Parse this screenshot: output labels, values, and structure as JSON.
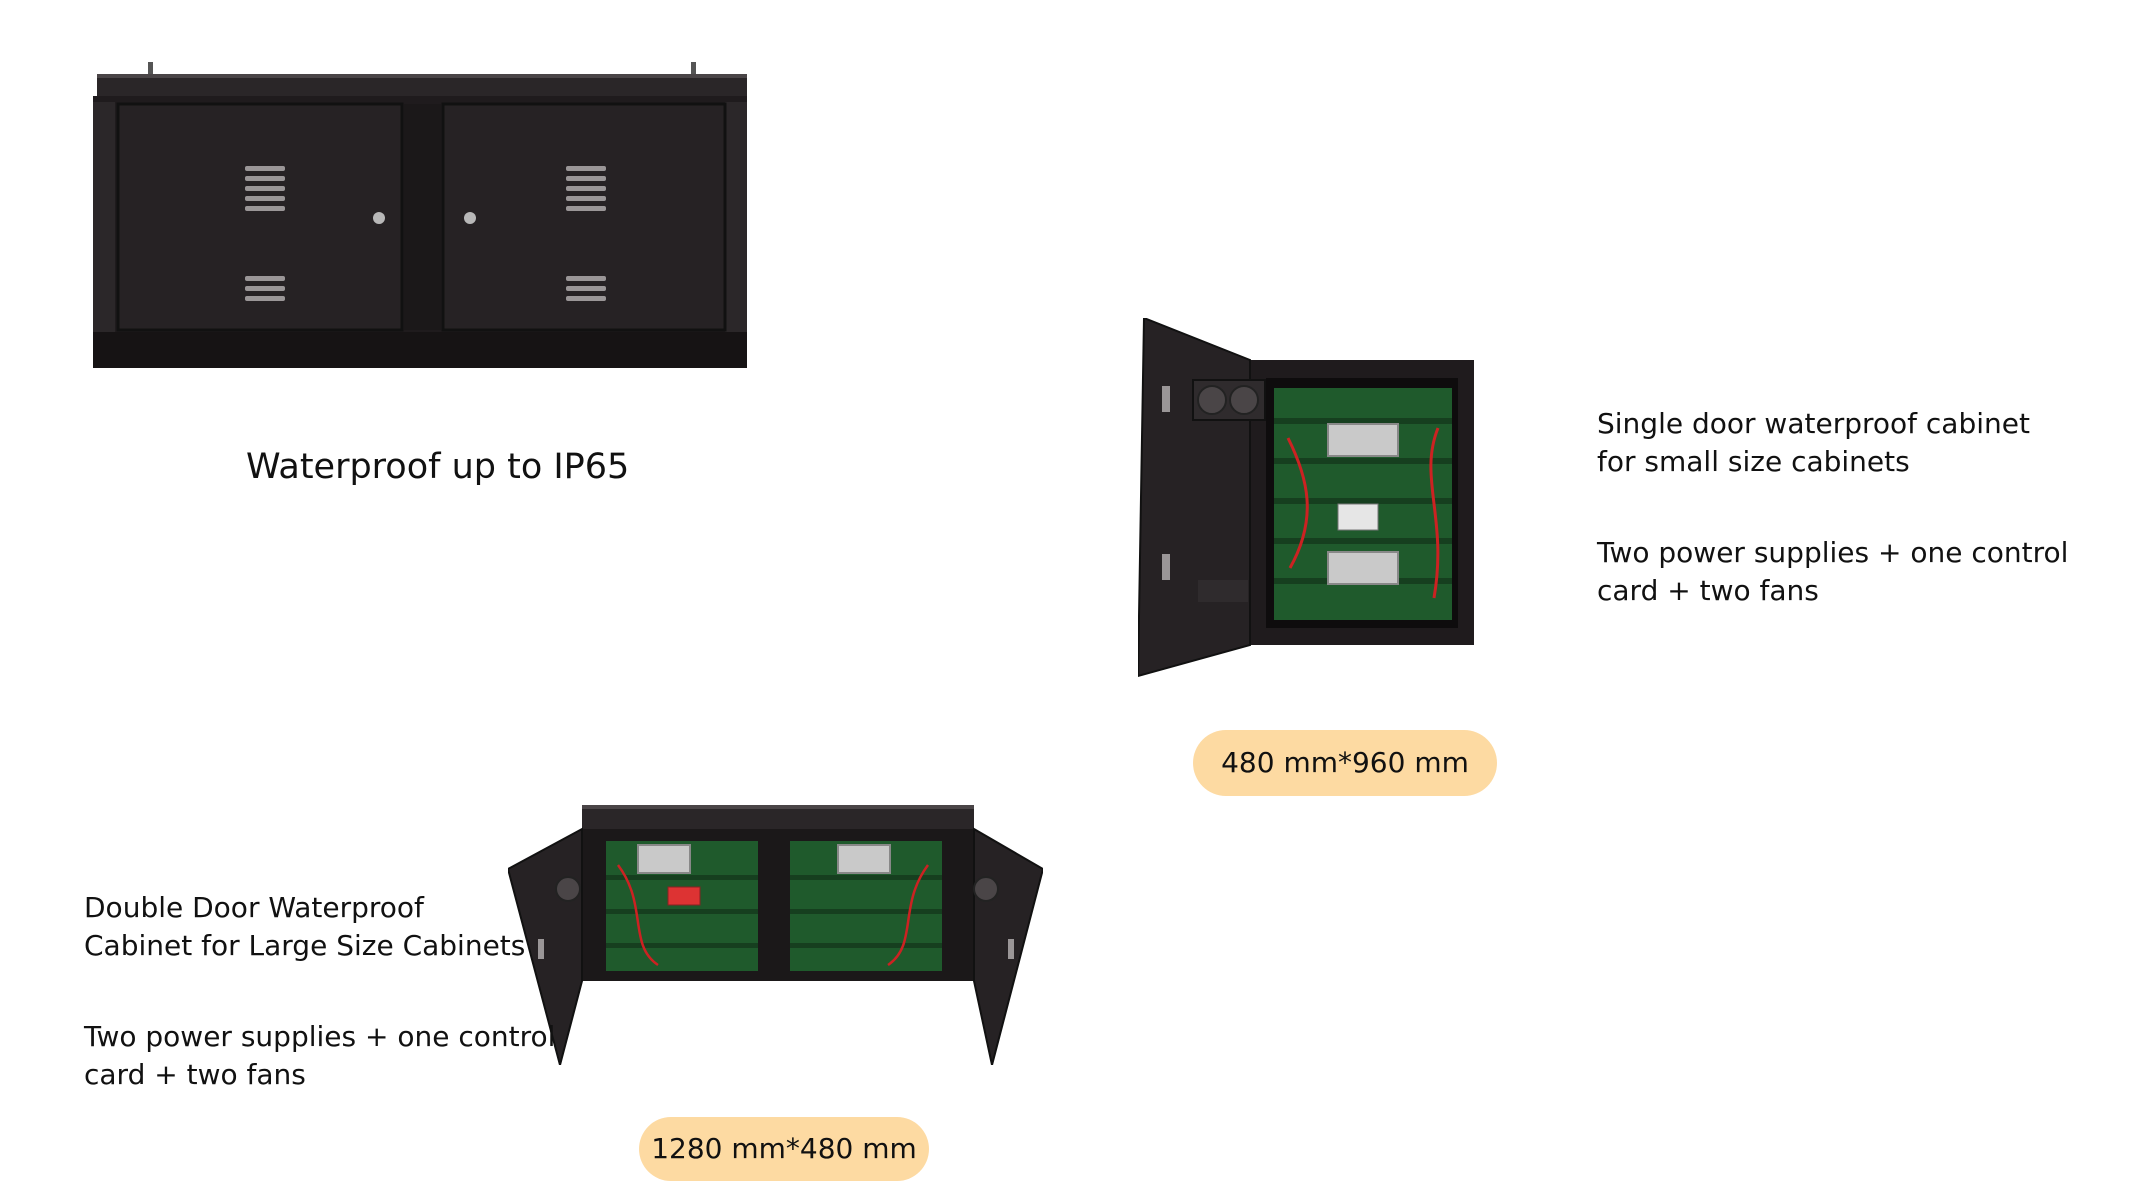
{
  "headline": "Waterproof up to IP65",
  "single_door": {
    "desc_line1": "Single door waterproof cabinet",
    "desc_line2": "for small size cabinets",
    "spec_line1": "Two power supplies + one control",
    "spec_line2": "card + two fans",
    "size": "480 mm*960 mm"
  },
  "double_door": {
    "desc_line1": "Double Door Waterproof",
    "desc_line2": "Cabinet for Large Size Cabinets",
    "spec_line1": "Two power supplies + one control",
    "spec_line2": "card + two fans",
    "size": "1280 mm*480 mm"
  },
  "colors": {
    "pill": "#fddaa2",
    "cabinet": "#1f1b1d",
    "pcb": "#1f5a2c"
  }
}
